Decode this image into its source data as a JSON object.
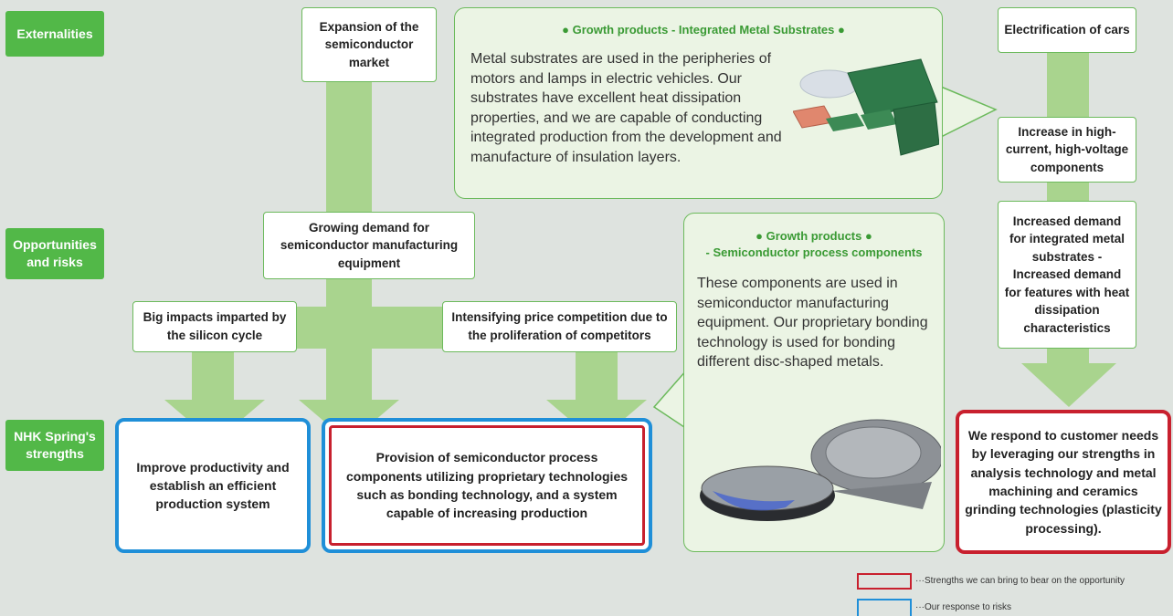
{
  "labels": {
    "externalities": "Externalities",
    "opportunities": "Opportunities and risks",
    "strengths": "NHK Spring's strengths"
  },
  "boxes": {
    "semiconductor_market": "Expansion of the semiconductor market",
    "electrification": "Electrification of cars",
    "growing_demand": "Growing demand for semiconductor manufacturing equipment",
    "silicon_cycle": "Big impacts imparted by the silicon cycle",
    "price_competition": "Intensifying price competition due to the proliferation of competitors",
    "high_current": "Increase in high-current, high-voltage components",
    "increased_demand": "Increased demand for integrated metal substrates - Increased demand for features with heat dissipation characteristics"
  },
  "panel_substrates": {
    "title": "● Growth products - Integrated Metal Substrates ●",
    "body": "Metal substrates are used in the peripheries of motors and lamps in electric vehicles. Our substrates have excellent heat dissipation properties, and we are capable of conducting integrated production from the development and manufacture of insulation layers."
  },
  "panel_components": {
    "title_line1": "● Growth products ●",
    "title_line2": "- Semiconductor process components",
    "body": "These components are used in semiconductor manufacturing equipment. Our proprietary bonding technology is used for bonding different disc-shaped metals."
  },
  "strength_boxes": {
    "productivity": "Improve productivity and establish an efficient production system",
    "provision": "Provision of semiconductor process components utilizing proprietary technologies such as bonding technology, and a system capable of increasing production",
    "customer_needs": "We respond to customer needs by leveraging our strengths in analysis technology and metal machining and ceramics grinding technologies (plasticity processing)."
  },
  "legend": {
    "red": "···Strengths we can bring to bear on the opportunity",
    "blue": "···Our response to risks"
  },
  "colors": {
    "accent_green": "#52b848",
    "arrow_green": "#a9d48e",
    "strength_red": "#c8202e",
    "risk_blue": "#1f8fd8"
  }
}
